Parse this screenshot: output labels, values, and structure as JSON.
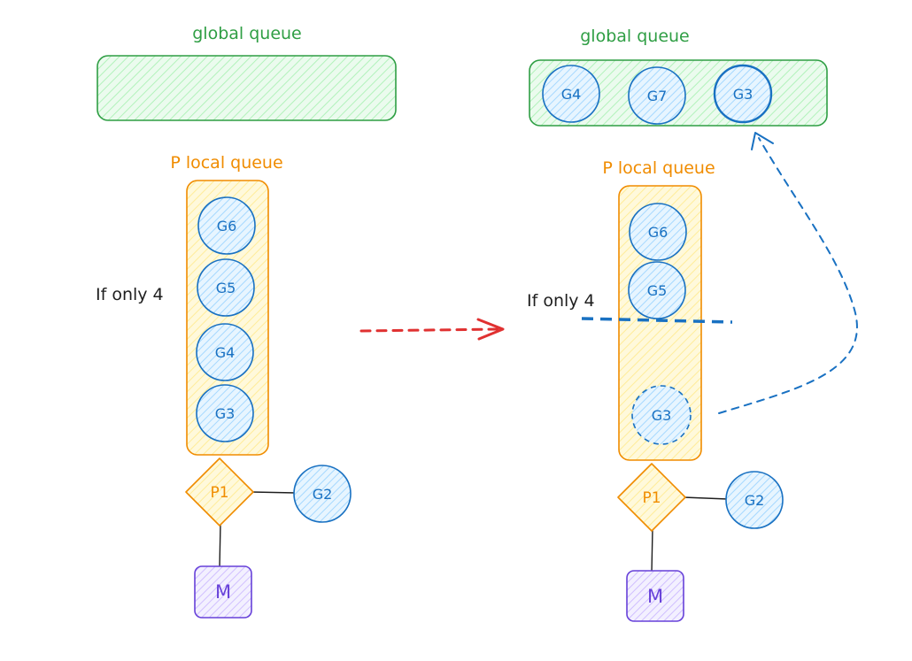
{
  "left": {
    "global_queue_label": "global queue",
    "local_queue_label": "P local queue",
    "note": "If only 4",
    "local_items": [
      "G6",
      "G5",
      "G4",
      "G3"
    ],
    "processor": "P1",
    "running_goroutine": "G2",
    "machine": "M"
  },
  "right": {
    "global_queue_label": "global queue",
    "global_items": [
      "G4",
      "G7",
      "G3"
    ],
    "local_queue_label": "P local queue",
    "note": "If only 4",
    "local_items": [
      "G6",
      "G5"
    ],
    "moved_item": "G3",
    "processor": "P1",
    "running_goroutine": "G2",
    "machine": "M"
  },
  "colors": {
    "green": "#2f9e44",
    "green_fill": "#b2f2bb",
    "orange": "#f08c00",
    "orange_fill": "#ffec99",
    "blue": "#1971c2",
    "blue_fill": "#a5d8ff",
    "purple": "#6741d9",
    "purple_fill": "#d0bfff",
    "red": "#e03131"
  }
}
